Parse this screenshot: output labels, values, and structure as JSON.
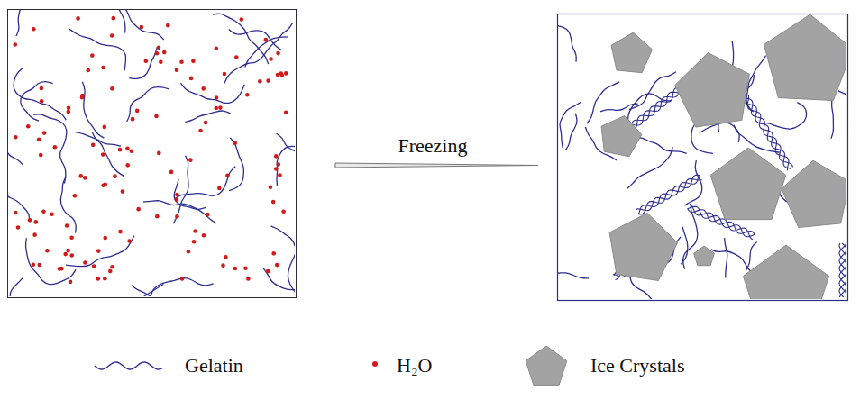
{
  "diagram": {
    "labels": [
      "Freezing"
    ],
    "legend": [
      {
        "text": "Gelatin"
      },
      {
        "text": "H₂O"
      },
      {
        "text": "Ice Crystals"
      }
    ]
  }
}
